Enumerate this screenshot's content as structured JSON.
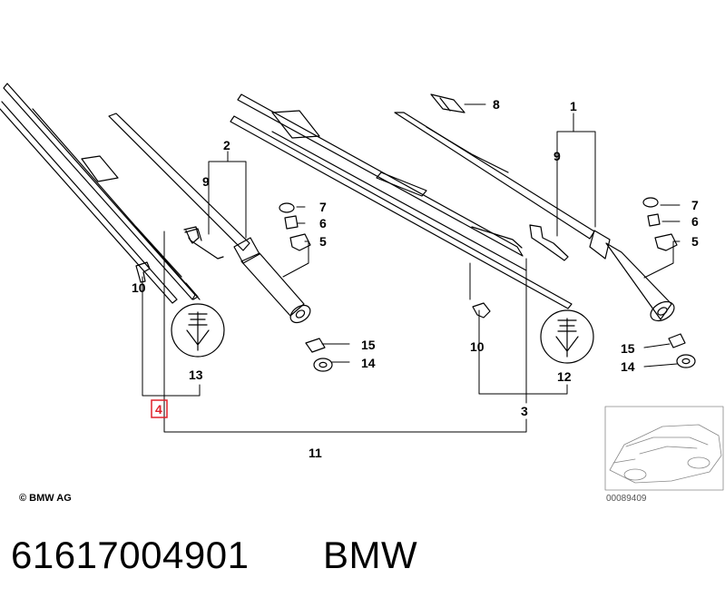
{
  "labels": {
    "l1": "1",
    "l2": "2",
    "l3": "3",
    "l4": "4",
    "l5a": "5",
    "l5b": "5",
    "l6a": "6",
    "l6b": "6",
    "l7a": "7",
    "l7b": "7",
    "l8": "8",
    "l9a": "9",
    "l9b": "9",
    "l10a": "10",
    "l10b": "10",
    "l11": "11",
    "l12": "12",
    "l13": "13",
    "l14a": "14",
    "l14b": "14",
    "l15a": "15",
    "l15b": "15"
  },
  "copyright": "© BMW AG",
  "image_number": "00089409",
  "part_number": "61617004901",
  "brand": "BMW",
  "colors": {
    "highlight": "#e0202a",
    "line": "#000000",
    "fill": "#ffffff"
  }
}
